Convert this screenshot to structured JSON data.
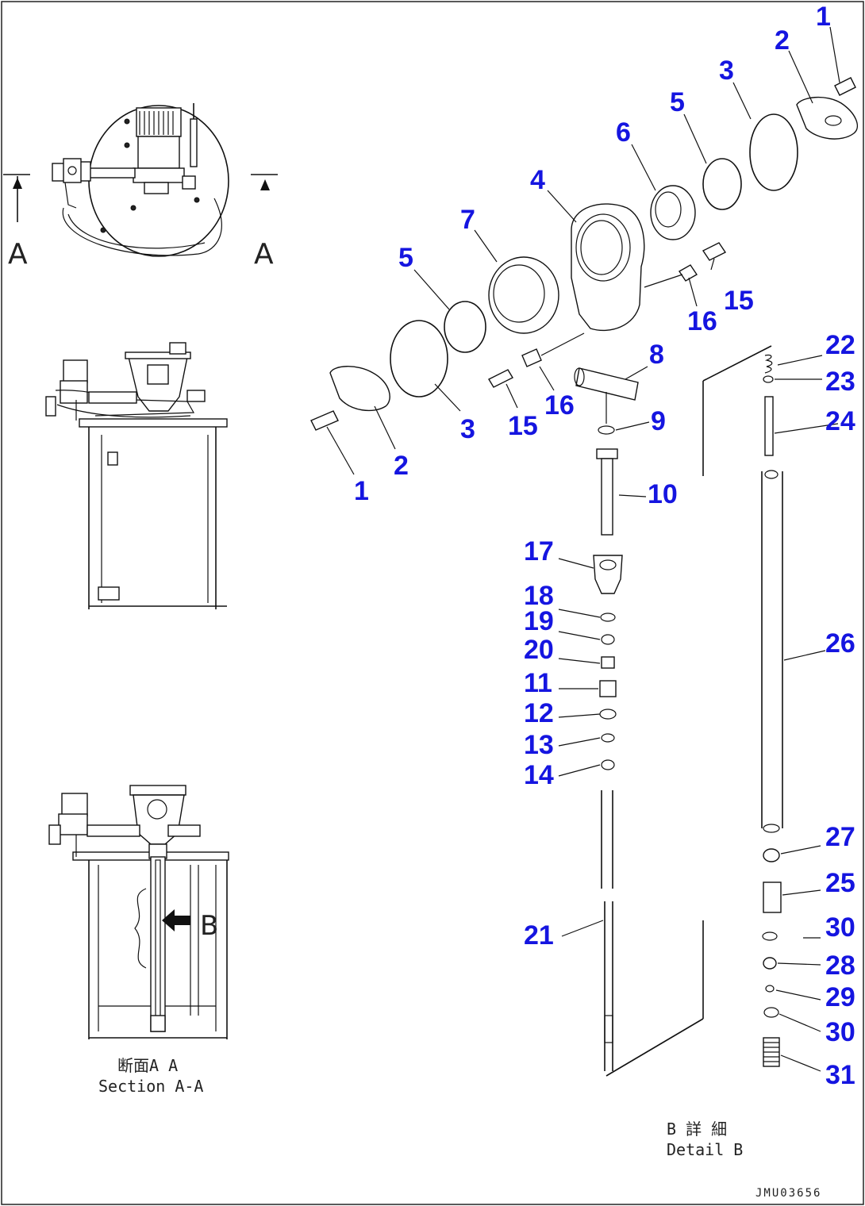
{
  "section_marker": {
    "left": "A",
    "right": "A"
  },
  "section_caption": {
    "jp": "断面A A",
    "en": "Section A-A"
  },
  "detail_arrow_label": "B",
  "detail_caption": {
    "jp": "B 詳 細",
    "en": "Detail B"
  },
  "drawing_code": "JMU03656",
  "callouts": [
    {
      "id": "c1a",
      "text": "1"
    },
    {
      "id": "c2a",
      "text": "2"
    },
    {
      "id": "c3a",
      "text": "3"
    },
    {
      "id": "c5a",
      "text": "5"
    },
    {
      "id": "c6",
      "text": "6"
    },
    {
      "id": "c4",
      "text": "4"
    },
    {
      "id": "c7",
      "text": "7"
    },
    {
      "id": "c5b",
      "text": "5"
    },
    {
      "id": "c15a",
      "text": "15"
    },
    {
      "id": "c16a",
      "text": "16"
    },
    {
      "id": "c8",
      "text": "8"
    },
    {
      "id": "c16b",
      "text": "16"
    },
    {
      "id": "c15b",
      "text": "15"
    },
    {
      "id": "c3b",
      "text": "3"
    },
    {
      "id": "c2b",
      "text": "2"
    },
    {
      "id": "c1b",
      "text": "1"
    },
    {
      "id": "c9",
      "text": "9"
    },
    {
      "id": "c10",
      "text": "10"
    },
    {
      "id": "c17",
      "text": "17"
    },
    {
      "id": "c18",
      "text": "18"
    },
    {
      "id": "c19",
      "text": "19"
    },
    {
      "id": "c20",
      "text": "20"
    },
    {
      "id": "c11",
      "text": "11"
    },
    {
      "id": "c12",
      "text": "12"
    },
    {
      "id": "c13",
      "text": "13"
    },
    {
      "id": "c14",
      "text": "14"
    },
    {
      "id": "c21",
      "text": "21"
    },
    {
      "id": "c22",
      "text": "22"
    },
    {
      "id": "c23",
      "text": "23"
    },
    {
      "id": "c24",
      "text": "24"
    },
    {
      "id": "c26",
      "text": "26"
    },
    {
      "id": "c27",
      "text": "27"
    },
    {
      "id": "c25",
      "text": "25"
    },
    {
      "id": "c30a",
      "text": "30"
    },
    {
      "id": "c28",
      "text": "28"
    },
    {
      "id": "c29",
      "text": "29"
    },
    {
      "id": "c30b",
      "text": "30"
    },
    {
      "id": "c31",
      "text": "31"
    }
  ]
}
